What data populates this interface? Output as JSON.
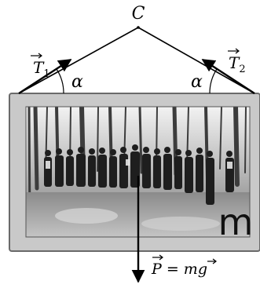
{
  "diagram": {
    "apex_label": "C",
    "tension_left": {
      "symbol": "T",
      "subscript": "1"
    },
    "tension_right": {
      "symbol": "T",
      "subscript": "2"
    },
    "angle_left": "α",
    "angle_right": "α",
    "mass_label": "m",
    "weight_equation": {
      "lhs": "P",
      "equals": " = ",
      "mass": "m",
      "gravity": "g"
    }
  },
  "colors": {
    "frame_fill": "#c9c9c9",
    "frame_stroke": "#6a6a6a",
    "ink": "#000000"
  }
}
